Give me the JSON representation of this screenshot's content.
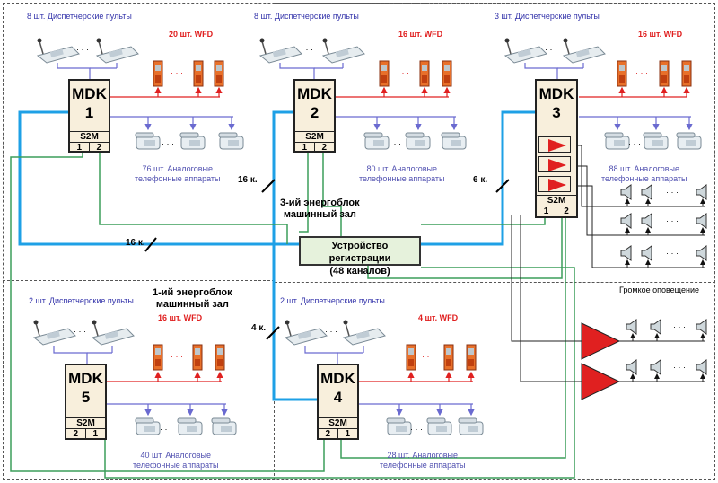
{
  "registration_device": {
    "line1": "Устройство регистрации",
    "line2": "(48 каналов)"
  },
  "halls": {
    "hall3": {
      "line1": "3-ий энергоблок",
      "line2": "машинный зал"
    },
    "hall1": {
      "line1": "1-ий энергоблок",
      "line2": "машинный зал"
    }
  },
  "links": {
    "k16_left": "16 к.",
    "k16_mid": "16 к.",
    "k6": "6 к.",
    "k4": "4 к."
  },
  "loudspeaker_label": "Громкое оповещение",
  "colors": {
    "trunk": "#1ea0e6",
    "analog": "#3c9e5a",
    "wfd_line": "#e02020",
    "phone_line": "#6a6ad0",
    "amp": "#e02020",
    "mdk_fill": "#f8efdc",
    "reg_fill": "#e6f2dc"
  },
  "nodes": [
    {
      "name": "MDK",
      "number": "1",
      "s2m": "S2M",
      "port_a": "1",
      "port_b": "2",
      "dispatch": "8 шт. Диспетчерские пульты",
      "wfd": "20 шт. WFD",
      "phones1": "76 шт.  Аналоговые",
      "phones2": "телефонные аппараты"
    },
    {
      "name": "MDK",
      "number": "2",
      "s2m": "S2M",
      "port_a": "1",
      "port_b": "2",
      "dispatch": "8 шт. Диспетчерские пульты",
      "wfd": "16 шт. WFD",
      "phones1": "80 шт.  Аналоговые",
      "phones2": "телефонные аппараты"
    },
    {
      "name": "MDK",
      "number": "3",
      "s2m": "S2M",
      "port_a": "1",
      "port_b": "2",
      "dispatch": "3 шт. Диспетчерские пульты",
      "wfd": "16 шт. WFD",
      "phones1": "88 шт.  Аналоговые",
      "phones2": "телефонные аппараты"
    },
    {
      "name": "MDK",
      "number": "4",
      "s2m": "S2M",
      "port_a": "2",
      "port_b": "1",
      "dispatch": "2 шт. Диспетчерские пульты",
      "wfd": "4 шт. WFD",
      "phones1": "28 шт.  Аналоговые",
      "phones2": "телефонные аппараты"
    },
    {
      "name": "MDK",
      "number": "5",
      "s2m": "S2M",
      "port_a": "2",
      "port_b": "1",
      "dispatch": "2 шт. Диспетчерские пульты",
      "wfd": "16 шт. WFD",
      "phones1": "40 шт.  Аналоговые",
      "phones2": "телефонные аппараты"
    }
  ],
  "ellipsis": "· · ·"
}
